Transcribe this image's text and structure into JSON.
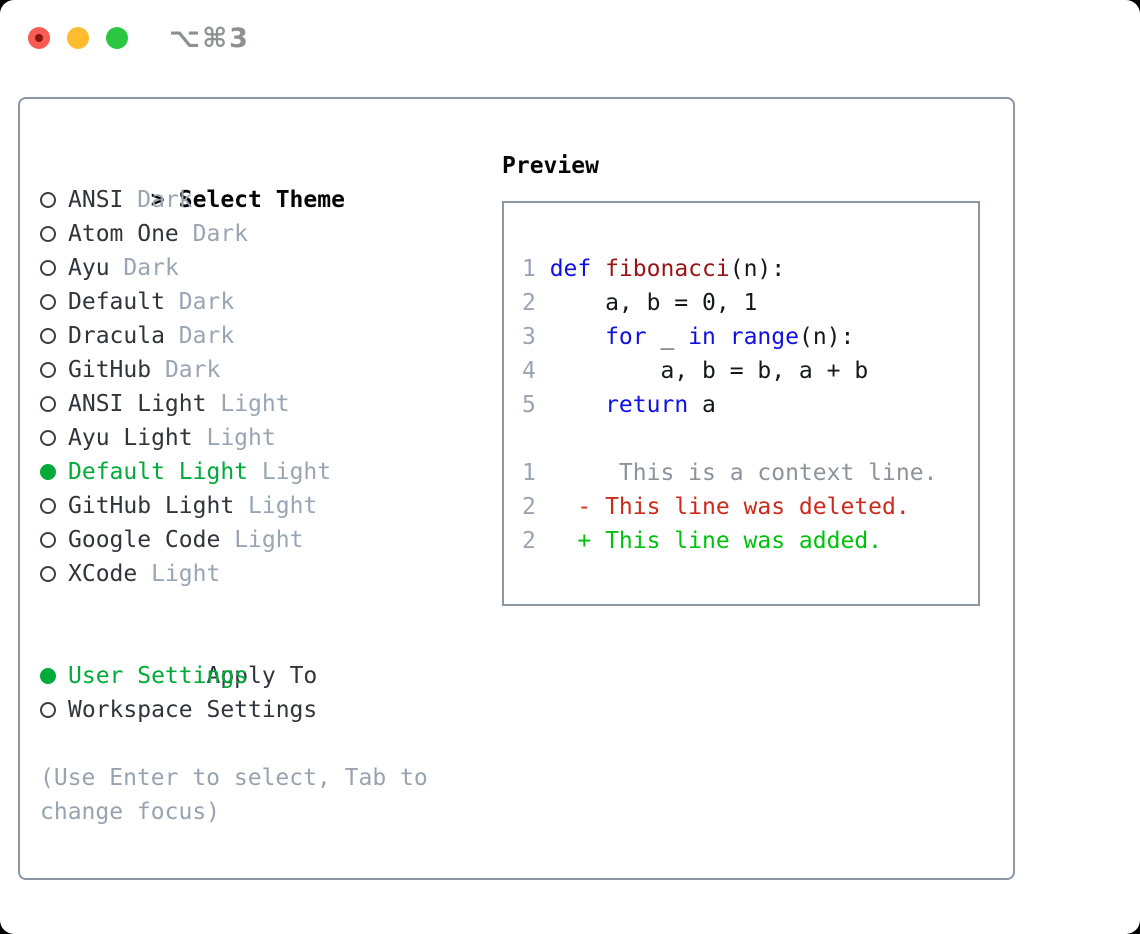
{
  "titlebar": {
    "shortcut": "⌥⌘3",
    "traffic_lights": [
      "close",
      "minimize",
      "zoom"
    ]
  },
  "colors": {
    "ui_green": "#00ab3a",
    "added_green": "#00c20e",
    "deleted_red": "#cb2a1c",
    "keyword_blue": "#0f10e3",
    "function_red": "#991414",
    "border_gray": "#8c97a3",
    "muted_gray": "#9aa5b4"
  },
  "theme_panel": {
    "cursor": ">",
    "title": "Select Theme",
    "icons": {
      "selected": "filled-circle",
      "unselected": "outline-circle"
    },
    "themes": [
      {
        "name": "ANSI",
        "variant": "Dark",
        "selected": false
      },
      {
        "name": "Atom One",
        "variant": "Dark",
        "selected": false
      },
      {
        "name": "Ayu",
        "variant": "Dark",
        "selected": false
      },
      {
        "name": "Default",
        "variant": "Dark",
        "selected": false
      },
      {
        "name": "Dracula",
        "variant": "Dark",
        "selected": false
      },
      {
        "name": "GitHub",
        "variant": "Dark",
        "selected": false
      },
      {
        "name": "ANSI Light",
        "variant": "Light",
        "selected": false
      },
      {
        "name": "Ayu Light",
        "variant": "Light",
        "selected": false
      },
      {
        "name": "Default Light",
        "variant": "Light",
        "selected": true
      },
      {
        "name": "GitHub Light",
        "variant": "Light",
        "selected": false
      },
      {
        "name": "Google Code",
        "variant": "Light",
        "selected": false
      },
      {
        "name": "XCode",
        "variant": "Light",
        "selected": false
      }
    ],
    "apply_to": {
      "title": "Apply To",
      "options": [
        {
          "name": "User Settings",
          "selected": true
        },
        {
          "name": "Workspace Settings",
          "selected": false
        }
      ]
    },
    "help_text": "(Use Enter to select, Tab to change focus)"
  },
  "preview": {
    "title": "Preview",
    "code_lines": [
      {
        "num": "1",
        "tokens": [
          {
            "text": "def",
            "cls": "kw"
          },
          {
            "text": " ",
            "cls": "pl"
          },
          {
            "text": "fibonacci",
            "cls": "fn"
          },
          {
            "text": "(n):",
            "cls": "pl"
          }
        ]
      },
      {
        "num": "2",
        "tokens": [
          {
            "text": "    a, b = 0, 1",
            "cls": "pl"
          }
        ]
      },
      {
        "num": "3",
        "tokens": [
          {
            "text": "    ",
            "cls": "pl"
          },
          {
            "text": "for",
            "cls": "kw"
          },
          {
            "text": " _ ",
            "cls": "pl"
          },
          {
            "text": "in",
            "cls": "kw"
          },
          {
            "text": " ",
            "cls": "pl"
          },
          {
            "text": "range",
            "cls": "kw"
          },
          {
            "text": "(n):",
            "cls": "pl"
          }
        ]
      },
      {
        "num": "4",
        "tokens": [
          {
            "text": "        a, b = b, a + b",
            "cls": "pl"
          }
        ]
      },
      {
        "num": "5",
        "tokens": [
          {
            "text": "    ",
            "cls": "pl"
          },
          {
            "text": "return",
            "cls": "kw"
          },
          {
            "text": " a",
            "cls": "pl"
          }
        ]
      }
    ],
    "diff_lines": [
      {
        "num": "1",
        "prefix": "     ",
        "text": "This is a context line.",
        "kind": "context"
      },
      {
        "num": "2",
        "prefix": "  - ",
        "text": "This line was deleted.",
        "kind": "deleted"
      },
      {
        "num": "2",
        "prefix": "  + ",
        "text": "This line was added.",
        "kind": "added"
      }
    ]
  }
}
